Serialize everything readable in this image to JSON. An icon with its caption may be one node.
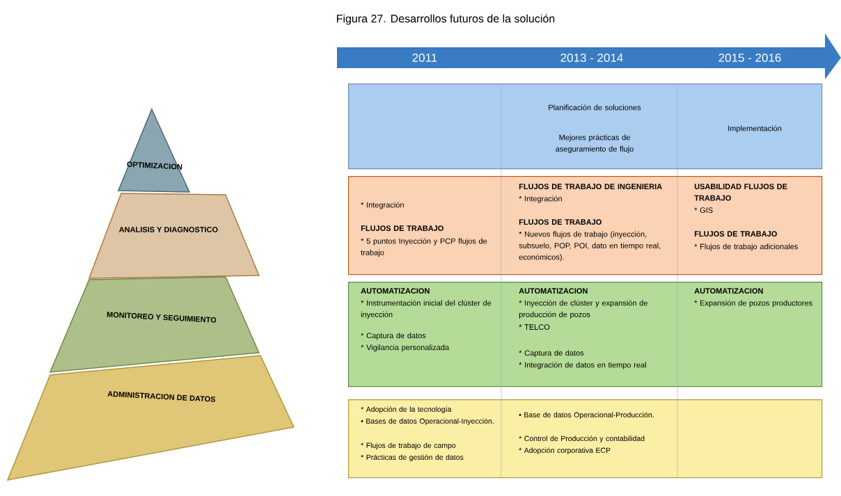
{
  "diagram": {
    "title": "Figura 27. Desarrollos futuros de la solución",
    "nodes": [
      {
        "text": [
          "OPTIMIZACION"
        ]
      },
      {
        "text": [
          "ANALISIS Y DIAGNOSTICO"
        ]
      },
      {
        "text": [
          "MONITOREO Y SEGUIMIENTO"
        ]
      },
      {
        "text": [
          "ADMINISTRACION DE DATOS"
        ]
      },
      {
        "text": [
          "2011",
          "2013 - 2014",
          "2015 - 2016"
        ]
      },
      {
        "text": [
          "Planificación de soluciones",
          "Mejores prácticas de aseguramiento de flujo",
          "Implementación"
        ]
      },
      {
        "text": [
          "* Integración",
          "FLUJOS DE TRABAJO",
          "* 5 puntos Inyección y PCP flujos de trabajo",
          "FLUJOS DE TRABAJO DE INGENIERIA",
          "* Integración",
          "FLUJOS DE TRABAJO",
          "* Nuevos flujos de trabajo (inyección, subsuelo, POP, POI, dato en tiempo real, económicos).",
          "USABILIDAD FLUJOS DE TRABAJO",
          "* GIS",
          "FLUJOS DE TRABAJO",
          "* Flujos de trabajo adicionales"
        ]
      },
      {
        "text": [
          "AUTOMATIZACION",
          "* Instrumentación inicial del clúster de inyección",
          "* Captura de datos",
          "* Vigilancia personalizada",
          "AUTOMATIZACION",
          "* Inyección de clúster y expansión de producción de pozos",
          "* TELCO",
          "* Captura de datos",
          "* Integración de datos en tiempo real",
          "AUTOMATIZACION",
          "* Expansión de pozos productores"
        ]
      },
      {
        "text": [
          "* Adopción de la tecnología",
          "• Bases de datos Operacional-Inyección.",
          "* Flujos de trabajo de campo",
          "* Prácticas de gestión de datos",
          "• Base de datos Operacional-Producción.",
          "* Control de Producción y contabilidad",
          "* Adopción corporativa ECP"
        ]
      }
    ]
  }
}
